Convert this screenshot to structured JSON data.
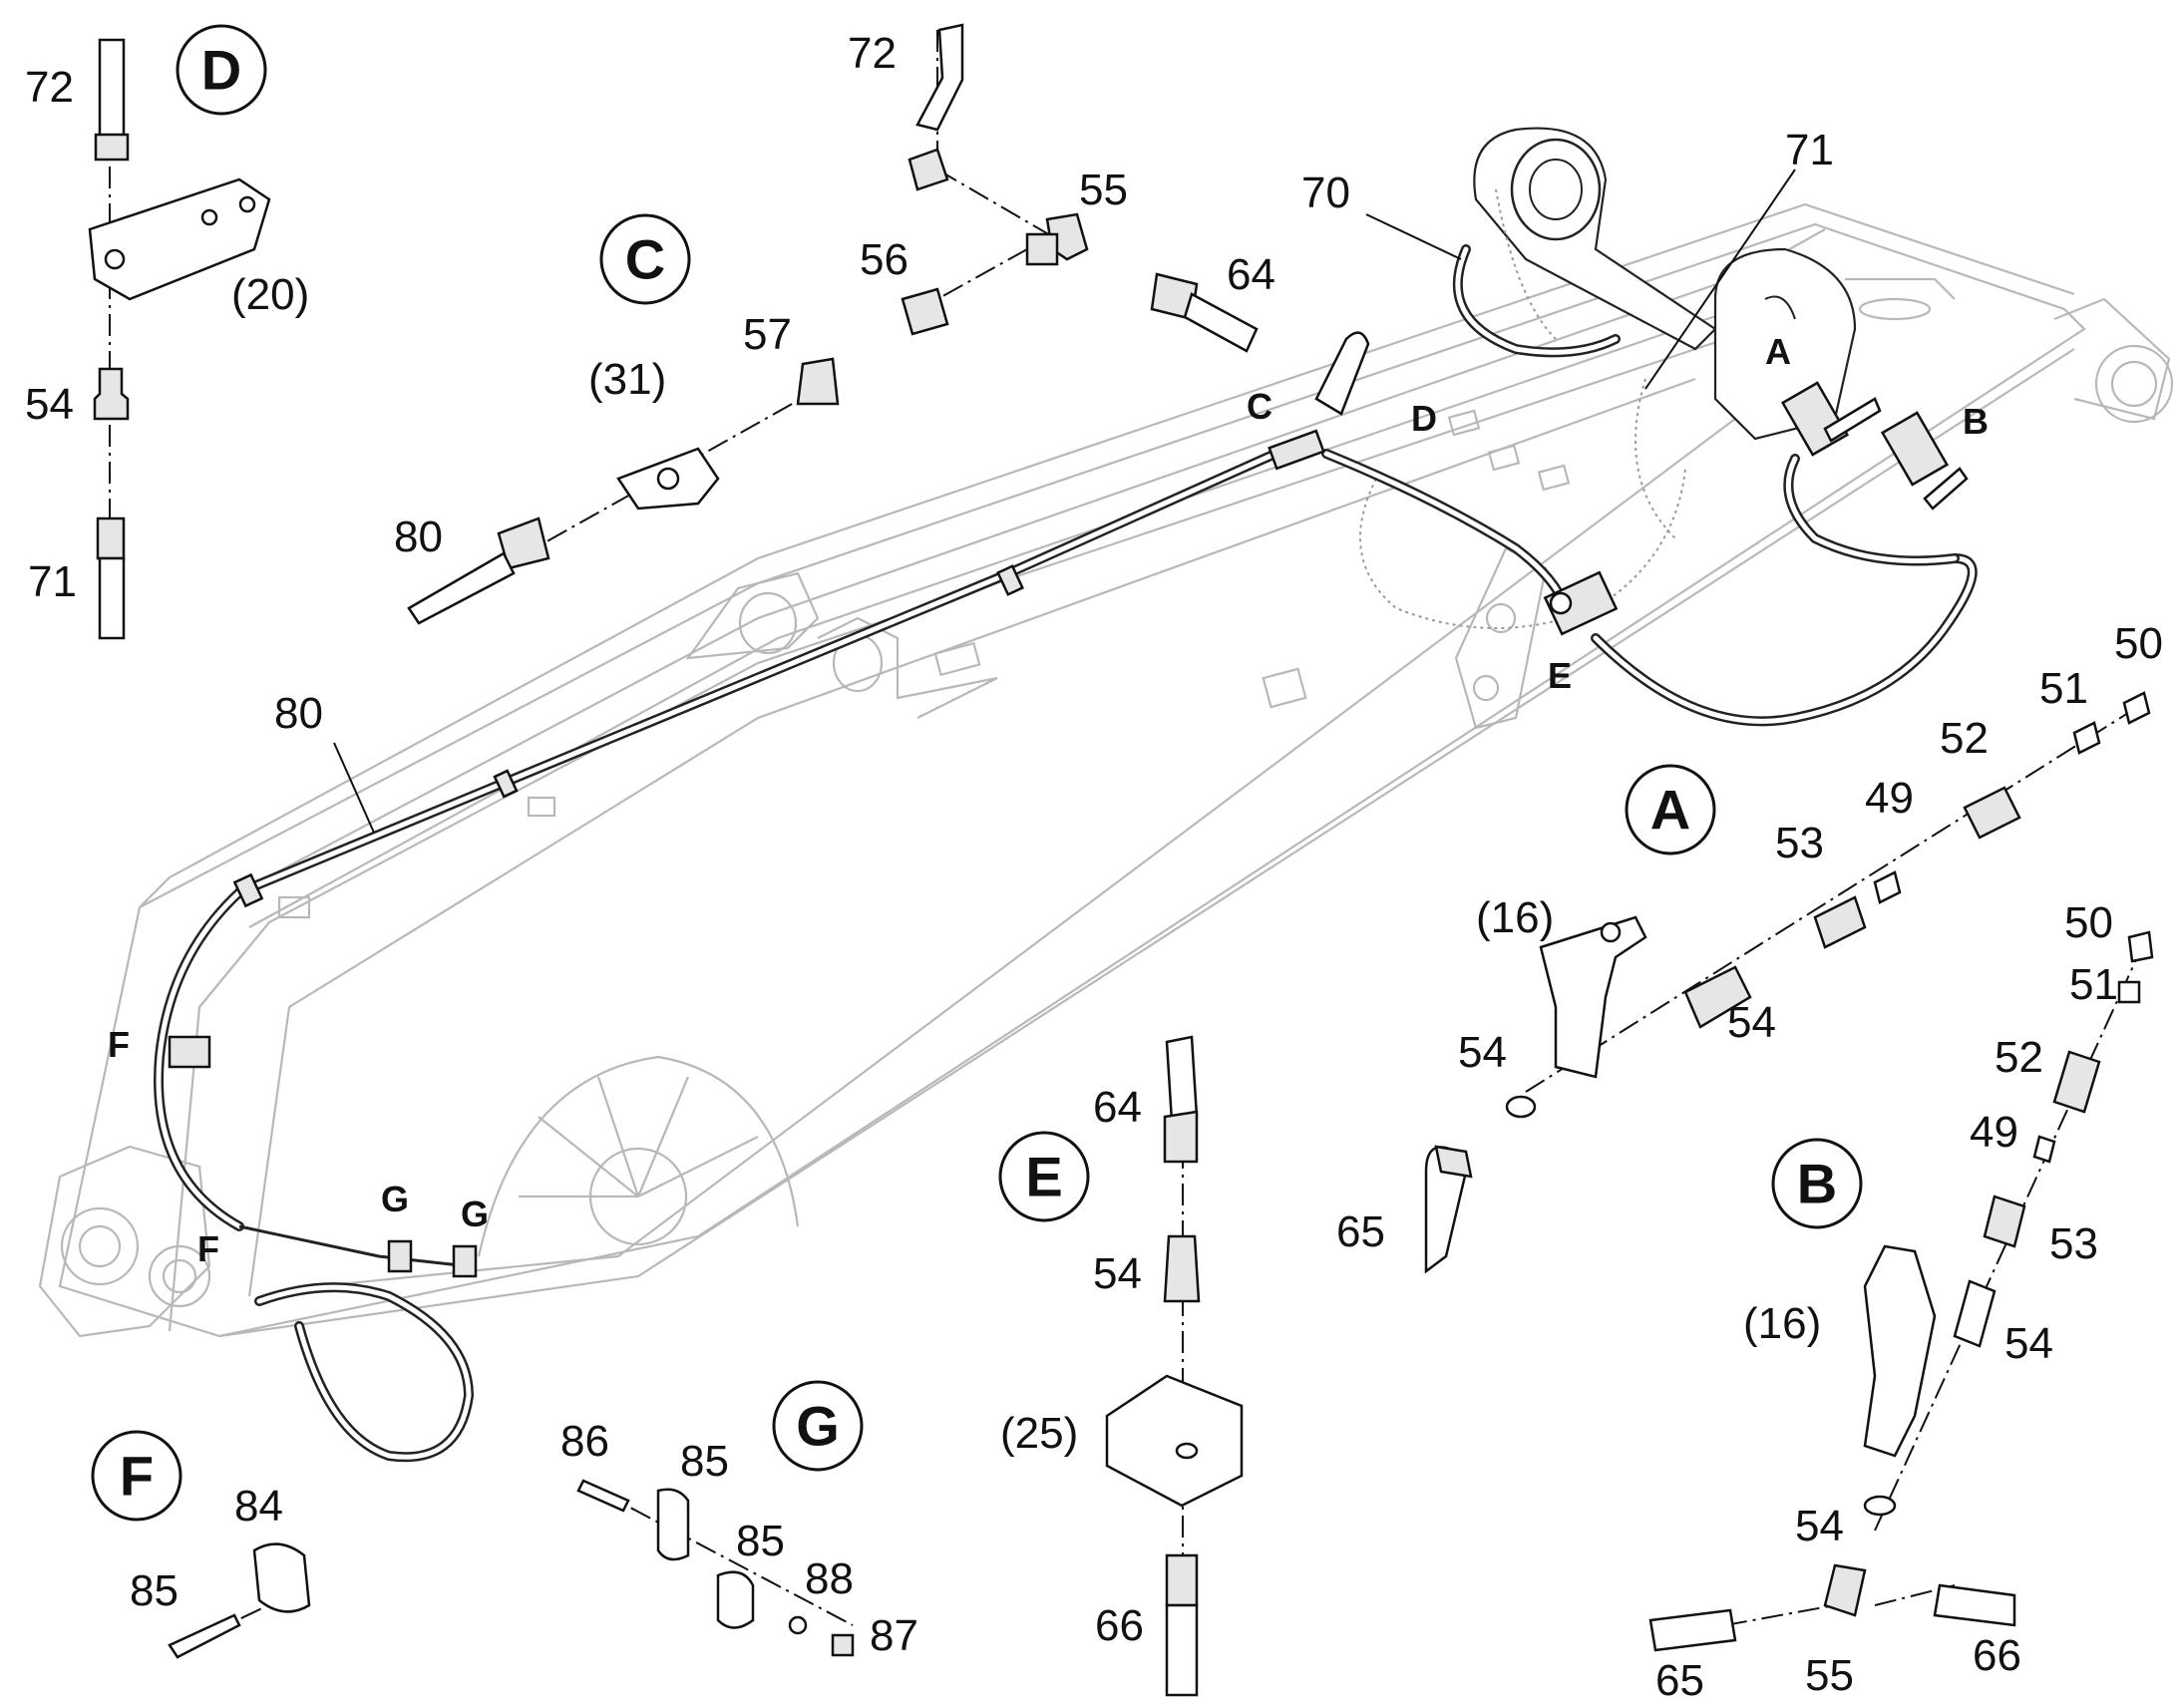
{
  "detail_labels": [
    "D",
    "C",
    "A",
    "B",
    "E",
    "G",
    "F"
  ],
  "diagram_letters": {
    "c": "C",
    "d": "D",
    "a": "A",
    "b": "B",
    "e": "E",
    "f1": "F",
    "f2": "F",
    "g1": "G",
    "g2": "G"
  },
  "part_labels": {
    "d72": "72",
    "d54": "54",
    "d20": "(20)",
    "d71": "71",
    "c72": "72",
    "c55": "55",
    "c56": "56",
    "c64": "64",
    "c57": "57",
    "c31": "(31)",
    "c80": "80",
    "m70": "70",
    "m71": "71",
    "m80": "80",
    "a50": "50",
    "a51": "51",
    "a52": "52",
    "a49": "49",
    "a53": "53",
    "a16": "(16)",
    "a54a": "54",
    "a54b": "54",
    "a65": "65",
    "b50": "50",
    "b51": "51",
    "b52": "52",
    "b49": "49",
    "b53": "53",
    "b16": "(16)",
    "b54a": "54",
    "b54b": "54",
    "b65": "65",
    "b55": "55",
    "b66": "66",
    "e64": "64",
    "e54": "54",
    "e25": "(25)",
    "e66": "66",
    "g86": "86",
    "g85a": "85",
    "g85b": "85",
    "g88": "88",
    "g87": "87",
    "f84": "84",
    "f85": "85"
  }
}
